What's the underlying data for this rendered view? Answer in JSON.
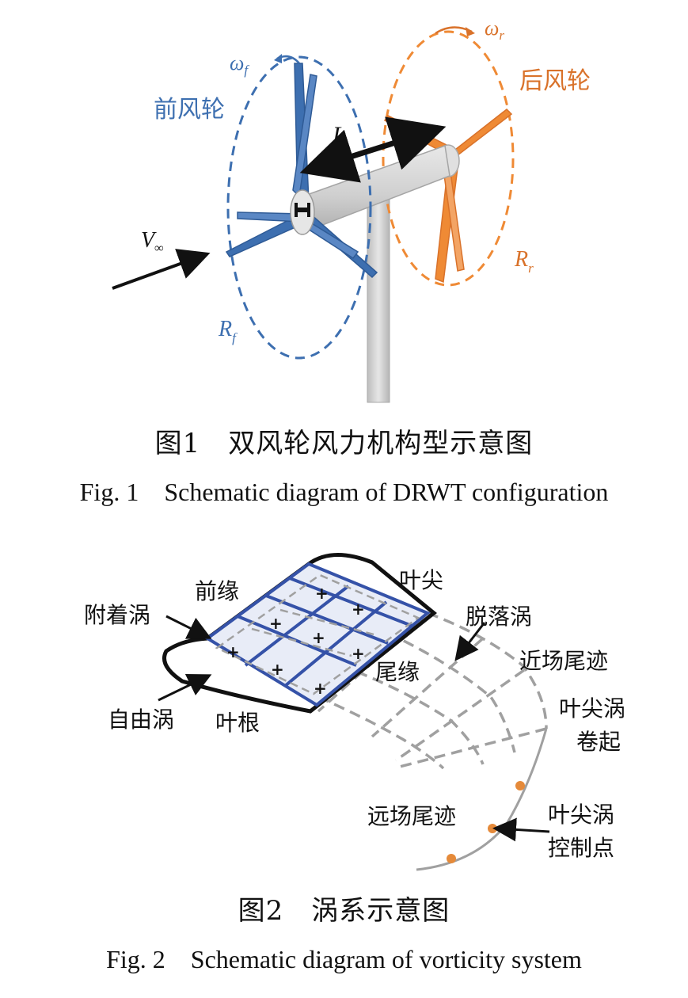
{
  "figure1": {
    "labels": {
      "front_rotor": "前风轮",
      "rear_rotor": "后风轮",
      "omega_f": "ω",
      "omega_f_sub": "f",
      "omega_r": "ω",
      "omega_r_sub": "r",
      "L": "L",
      "V_inf": "V",
      "V_inf_sub": "∞",
      "R_f": "R",
      "R_f_sub": "f",
      "R_r": "R",
      "R_r_sub": "r"
    },
    "caption_cn": "图1　双风轮风力机构型示意图",
    "caption_en": "Fig. 1　Schematic diagram of DRWT configuration",
    "colors": {
      "front": "#3d6fb0",
      "rear": "#ef8a35",
      "tower": "#d2d2d2"
    }
  },
  "figure2": {
    "labels": {
      "leading_edge": "前缘",
      "tip": "叶尖",
      "bound_vortex": "附着涡",
      "shed_vortex": "脱落涡",
      "near_wake": "近场尾迹",
      "trailing_edge": "尾缘",
      "free_vortex": "自由涡",
      "root": "叶根",
      "tip_vortex_rollup_1": "叶尖涡",
      "tip_vortex_rollup_2": "卷起",
      "far_wake": "远场尾迹",
      "tip_vortex_ctrl_1": "叶尖涡",
      "tip_vortex_ctrl_2": "控制点"
    },
    "caption_cn": "图2　涡系示意图",
    "caption_en": "Fig. 2　Schematic diagram of vorticity system",
    "colors": {
      "blade": "#3552a8",
      "wake": "#a0a0a0",
      "control_point": "#e58a3a"
    }
  }
}
